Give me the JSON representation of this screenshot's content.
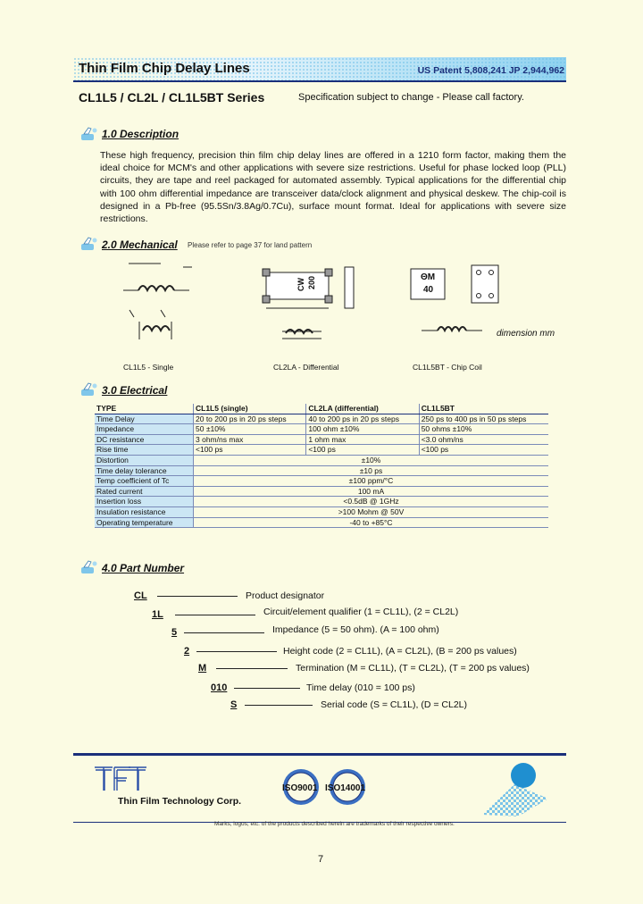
{
  "header": {
    "title": "Thin Film Chip Delay Lines",
    "patent": "US Patent 5,808,241   JP 2,944,962",
    "series": "CL1L5 / CL2L / CL1L5BT Series",
    "note": "Specification subject to change - Please call factory."
  },
  "sections": {
    "description": {
      "title": "1.0  Description",
      "text": "These high frequency, precision thin film chip delay lines are offered in a 1210 form factor, making them the ideal choice for MCM's and other applications with severe size restrictions. Useful for phase locked loop (PLL) circuits, they are tape and reel packaged for automated assembly. Typical applications for the differential chip with 100 ohm differential impedance are transceiver data/clock alignment and physical deskew. The chip-coil is designed in a Pb-free (95.5Sn/3.8Ag/0.7Cu), surface mount format. Ideal for applications with severe size restrictions."
    },
    "mechanical": {
      "title": "2.0  Mechanical",
      "note": "Please refer to page 37 for land pattern",
      "captions": [
        "CL1L5 - Single",
        "CL2LA - Differential",
        "CL1L5BT - Chip Coil"
      ],
      "dimension_note": "dimension mm",
      "chip_markings": [
        "CW",
        "200"
      ],
      "coil_markings": [
        "ΘM",
        "40"
      ]
    },
    "electrical": {
      "title": "3.0  Electrical",
      "headers": [
        "TYPE",
        "CL1L5 (single)",
        "CL2LA (differential)",
        "CL1L5BT"
      ],
      "rows_split": [
        [
          "Time Delay",
          "20 to 200 ps in 20 ps steps",
          "40 to 200 ps in 20 ps steps",
          "250 ps to 400 ps in 50 ps steps"
        ],
        [
          "Impedance",
          "50 ±10%",
          "100 ohm ±10%",
          "50 ohms ±10%"
        ],
        [
          "DC resistance",
          "3 ohm/ns max",
          "1 ohm max",
          "<3.0 ohm/ns"
        ],
        [
          "Rise time",
          "<100 ps",
          "<100 ps",
          "<100 ps"
        ]
      ],
      "rows_common": [
        [
          "Distortion",
          "±10%"
        ],
        [
          "Time delay tolerance",
          "±10 ps"
        ],
        [
          "Temp coefficient of Tc",
          "±100 ppm/°C"
        ],
        [
          "Rated current",
          "100 mA"
        ],
        [
          "Insertion loss",
          "<0.5dB @ 1GHz"
        ],
        [
          "Insulation resistance",
          ">100 Mohm @ 50V"
        ],
        [
          "Operating temperature",
          "-40 to +85°C"
        ]
      ]
    },
    "part_number": {
      "title": "4.0  Part Number",
      "items": [
        {
          "code": "CL",
          "desc": "Product designator"
        },
        {
          "code": "1L",
          "desc": "Circuit/element qualifier (1 = CL1L), (2 = CL2L)"
        },
        {
          "code": "5",
          "desc": "Impedance (5 = 50 ohm). (A = 100 ohm)"
        },
        {
          "code": "2",
          "desc": "Height code (2 = CL1L), (A = CL2L), (B = 200 ps values)"
        },
        {
          "code": "M",
          "desc": "Termination (M = CL1L), (T = CL2L), (T = 200 ps values)"
        },
        {
          "code": "010",
          "desc": "Time delay (010 = 100 ps)"
        },
        {
          "code": "S",
          "desc": "Serial code (S = CL1L), (D = CL2L)"
        }
      ]
    }
  },
  "footer": {
    "company": "Thin Film Technology Corp.",
    "cert1": "ISO9001",
    "cert2": "ISO14001",
    "disclaimer": "Marks, logos, etc. of the products described herein are trademarks of their respective owners.",
    "page": "7"
  },
  "colors": {
    "accent": "#1a2f7a",
    "band": "#8fd2f0",
    "label_bg": "#cbe6f4",
    "page_bg": "#fbfbe3"
  }
}
